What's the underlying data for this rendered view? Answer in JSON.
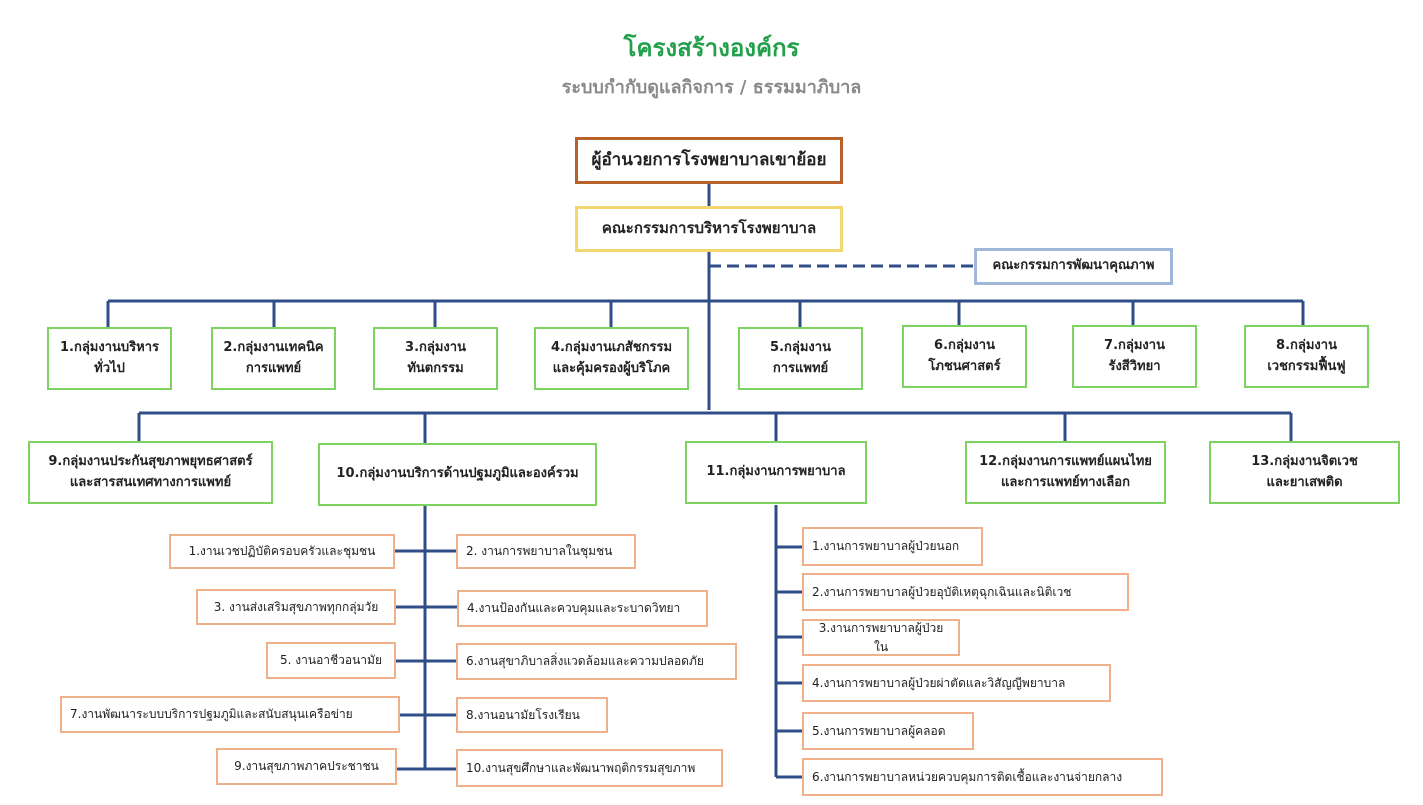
{
  "header": {
    "title": "โครงสร้างองค์กร",
    "subtitle": "ระบบกำกับดูแลกิจการ / ธรรมมาภิบาล"
  },
  "colors": {
    "title": "#22a04b",
    "subtitle": "#8a8a8a",
    "line": "#2f4e87",
    "director_border": "#b8612a",
    "executive_border": "#f2d771",
    "quality_border": "#9fb7d8",
    "group_border": "#7dd35f",
    "subunit_border": "#f0b08a"
  },
  "director": "ผู้อำนวยการโรงพยาบาลเขาย้อย",
  "executive_committee": "คณะกรรมการบริหารโรงพยาบาล",
  "quality_committee": "คณะกรรมการพัฒนาคุณภาพ",
  "groups_row1": [
    "1.กลุ่มงานบริหาร\nทั่วไป",
    "2.กลุ่มงานเทคนิค\nการแพทย์",
    "3.กลุ่มงาน\nทันตกรรม",
    "4.กลุ่มงานเภสัชกรรม\nและคุ้มครองผู้บริโภค",
    "5.กลุ่มงาน\nการแพทย์",
    "6.กลุ่มงาน\nโภชนศาสตร์",
    "7.กลุ่มงาน\nรังสีวิทยา",
    "8.กลุ่มงาน\nเวชกรรมฟื้นฟู"
  ],
  "groups_row2": [
    "9.กลุ่มงานประกันสุขภาพยุทธศาสตร์\nและสารสนเทศทางการแพทย์",
    "10.กลุ่มงานบริการด้านปฐมภูมิและองค์รวม",
    "11.กลุ่มงานการพยาบาล",
    "12.กลุ่มงานการแพทย์แผนไทย\nและการแพทย์ทางเลือก",
    "13.กลุ่มงานจิตเวช\nและยาเสพติด"
  ],
  "primary_care_units": [
    "1.งานเวชปฏิบัติครอบครัวและชุมชน",
    "2. งานการพยาบาลในชุมชน",
    "3. งานส่งเสริมสุขภาพทุกกลุ่มวัย",
    "4.งานป้องกันและควบคุมและระบาดวิทยา",
    "5. งานอาชีวอนามัย",
    "6.งานสุขาภิบาลสิ่งแวดล้อมและความปลอดภัย",
    "7.งานพัฒนาระบบบริการปฐมภูมิและสนับสนุนเครือข่าย",
    "8.งานอนามัยโรงเรียน",
    "9.งานสุขภาพภาคประชาชน",
    "10.งานสุขศึกษาและพัฒนาพฤติกรรมสุขภาพ"
  ],
  "nursing_units": [
    "1.งานการพยาบาลผู้ป่วยนอก",
    "2.งานการพยาบาลผู้ป่วยอุบัติเหตุฉุกเฉินและนิติเวช",
    "3.งานการพยาบาลผู้ป่วยใน",
    "4.งานการพยาบาลผู้ป่วยผ่าตัดและวิสัญญีพยาบาล",
    "5.งานการพยาบาลผู้คลอด",
    "6.งานการพยาบาลหน่วยควบคุมการติดเชื้อและงานจ่ายกลาง"
  ]
}
